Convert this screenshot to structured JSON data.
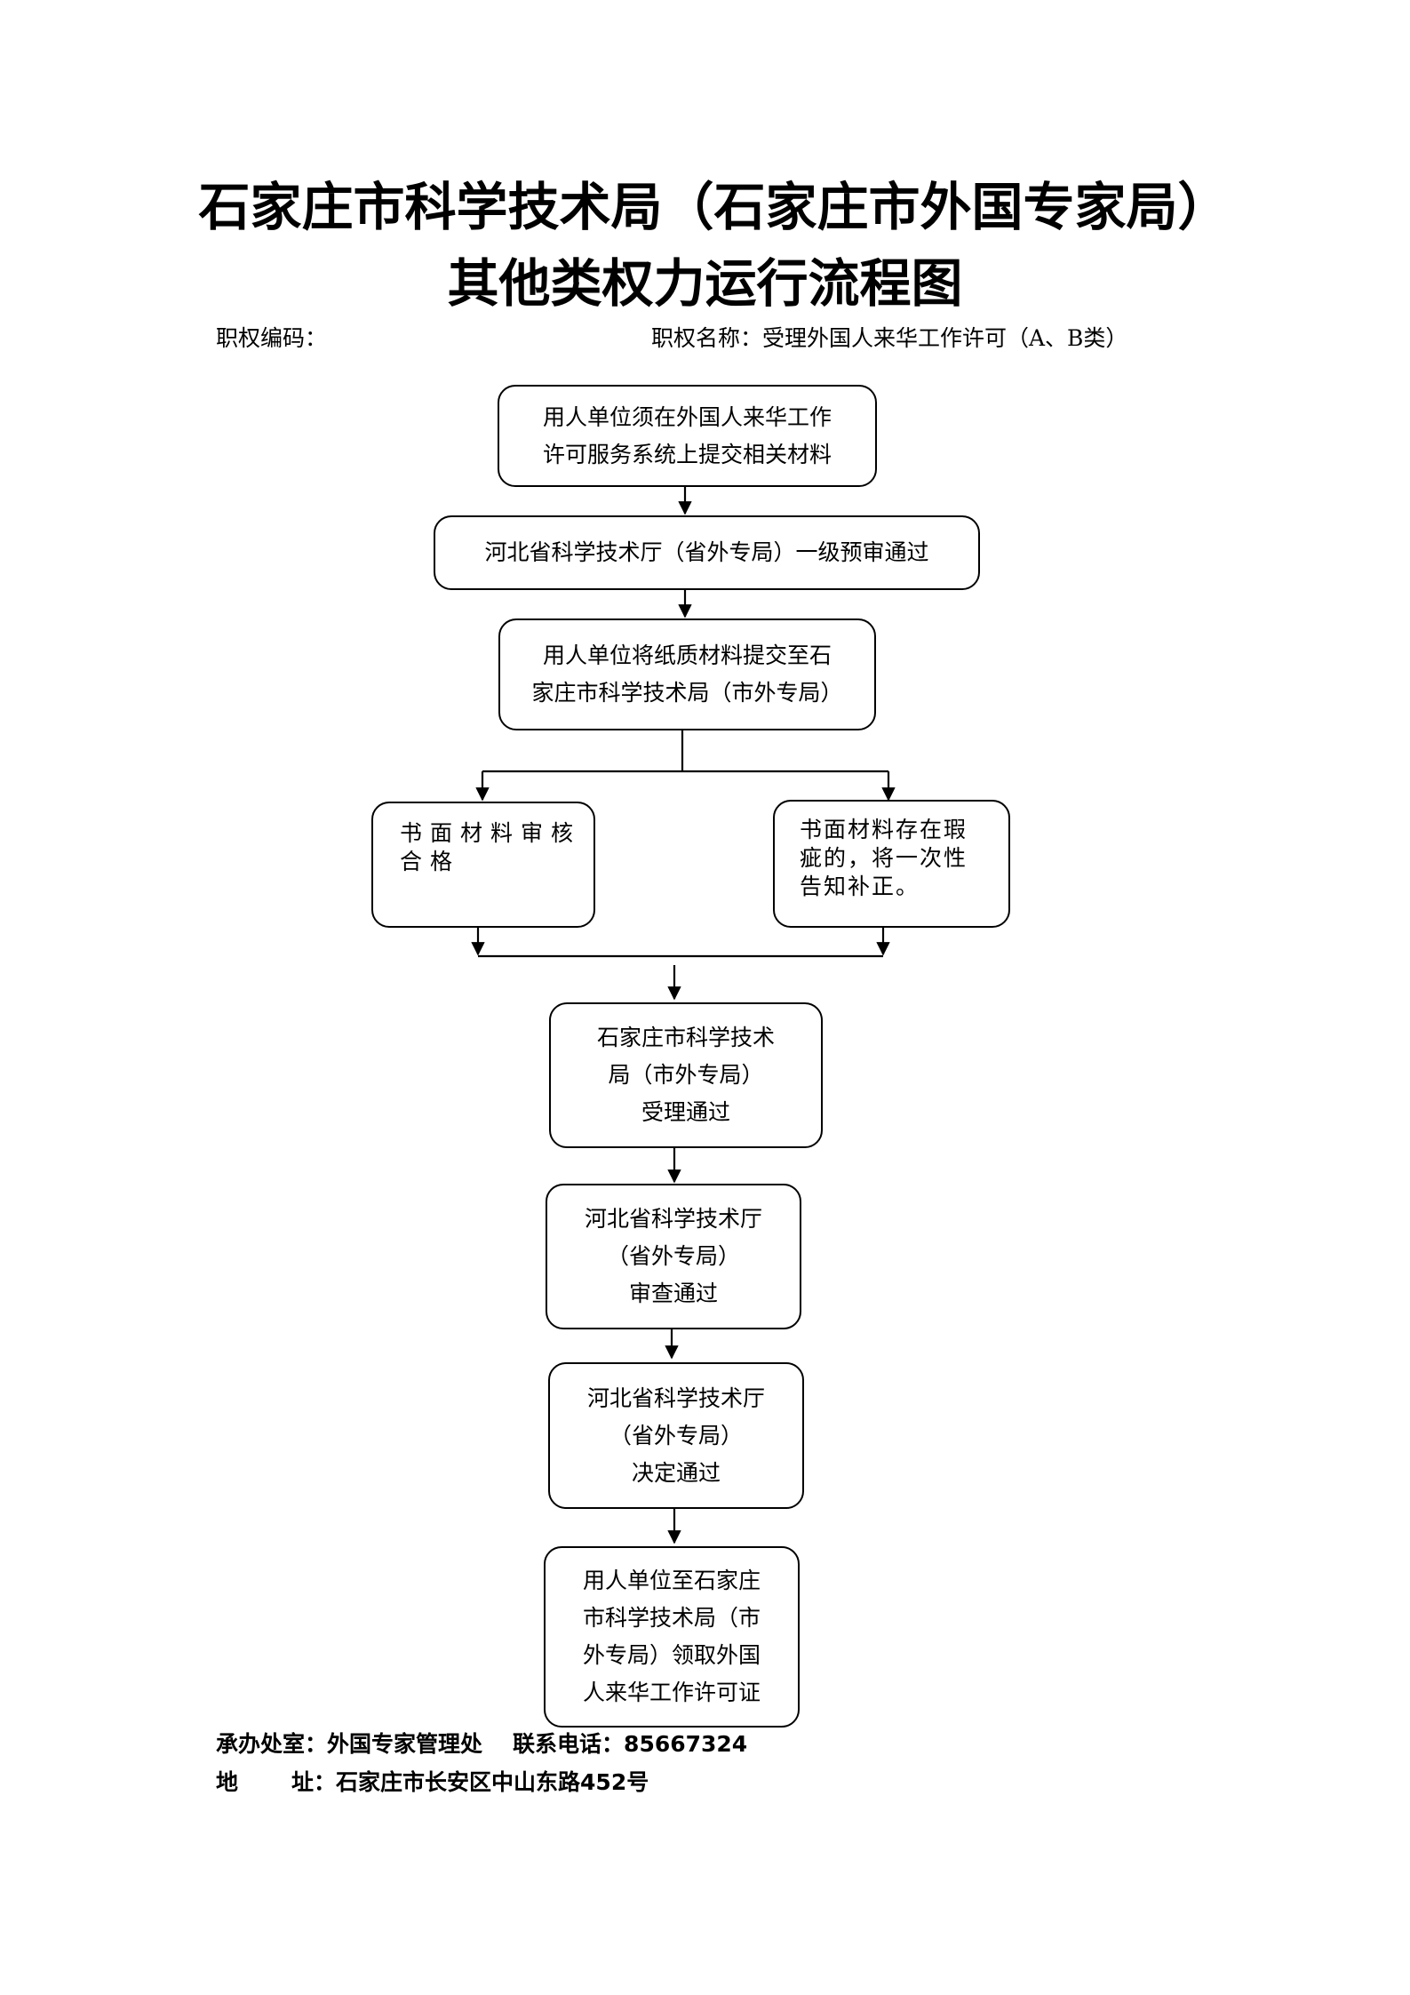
{
  "header": {
    "title_line_1": "石家庄市科学技术局（石家庄市外国专家局）",
    "title_line_2": "其他类权力运行流程图",
    "code_label": "职权编码：",
    "name_label": "职权名称：受理外国人来华工作许可（A、B类）"
  },
  "flow": {
    "step_1": "用人单位须在外国人来华工作\n许可服务系统上提交相关材料",
    "step_2": "河北省科学技术厅（省外专局）一级预审通过",
    "step_3": "用人单位将纸质材料提交至石\n家庄市科学技术局（市外专局）",
    "branch_ok": "书面材料审核\n合格",
    "branch_defect": "书面材料存在瑕\n疵的，将一次性\n告知补正。",
    "step_4": "石家庄市科学技术\n局（市外专局）\n受理通过",
    "step_5": "河北省科学技术厅\n（省外专局）\n审查通过",
    "step_6": "河北省科学技术厅\n（省外专局）\n决定通过",
    "step_7": "用人单位至石家庄\n市科学技术局（市\n外专局）领取外国\n人来华工作许可证"
  },
  "footer": {
    "office_label": "承办处室：",
    "office_value": "外国专家管理处",
    "phone_label": "联系电话：",
    "phone_value": "85667324",
    "address_label_1": "地",
    "address_label_2": "址：",
    "address_value": "石家庄市长安区中山东路452号"
  }
}
